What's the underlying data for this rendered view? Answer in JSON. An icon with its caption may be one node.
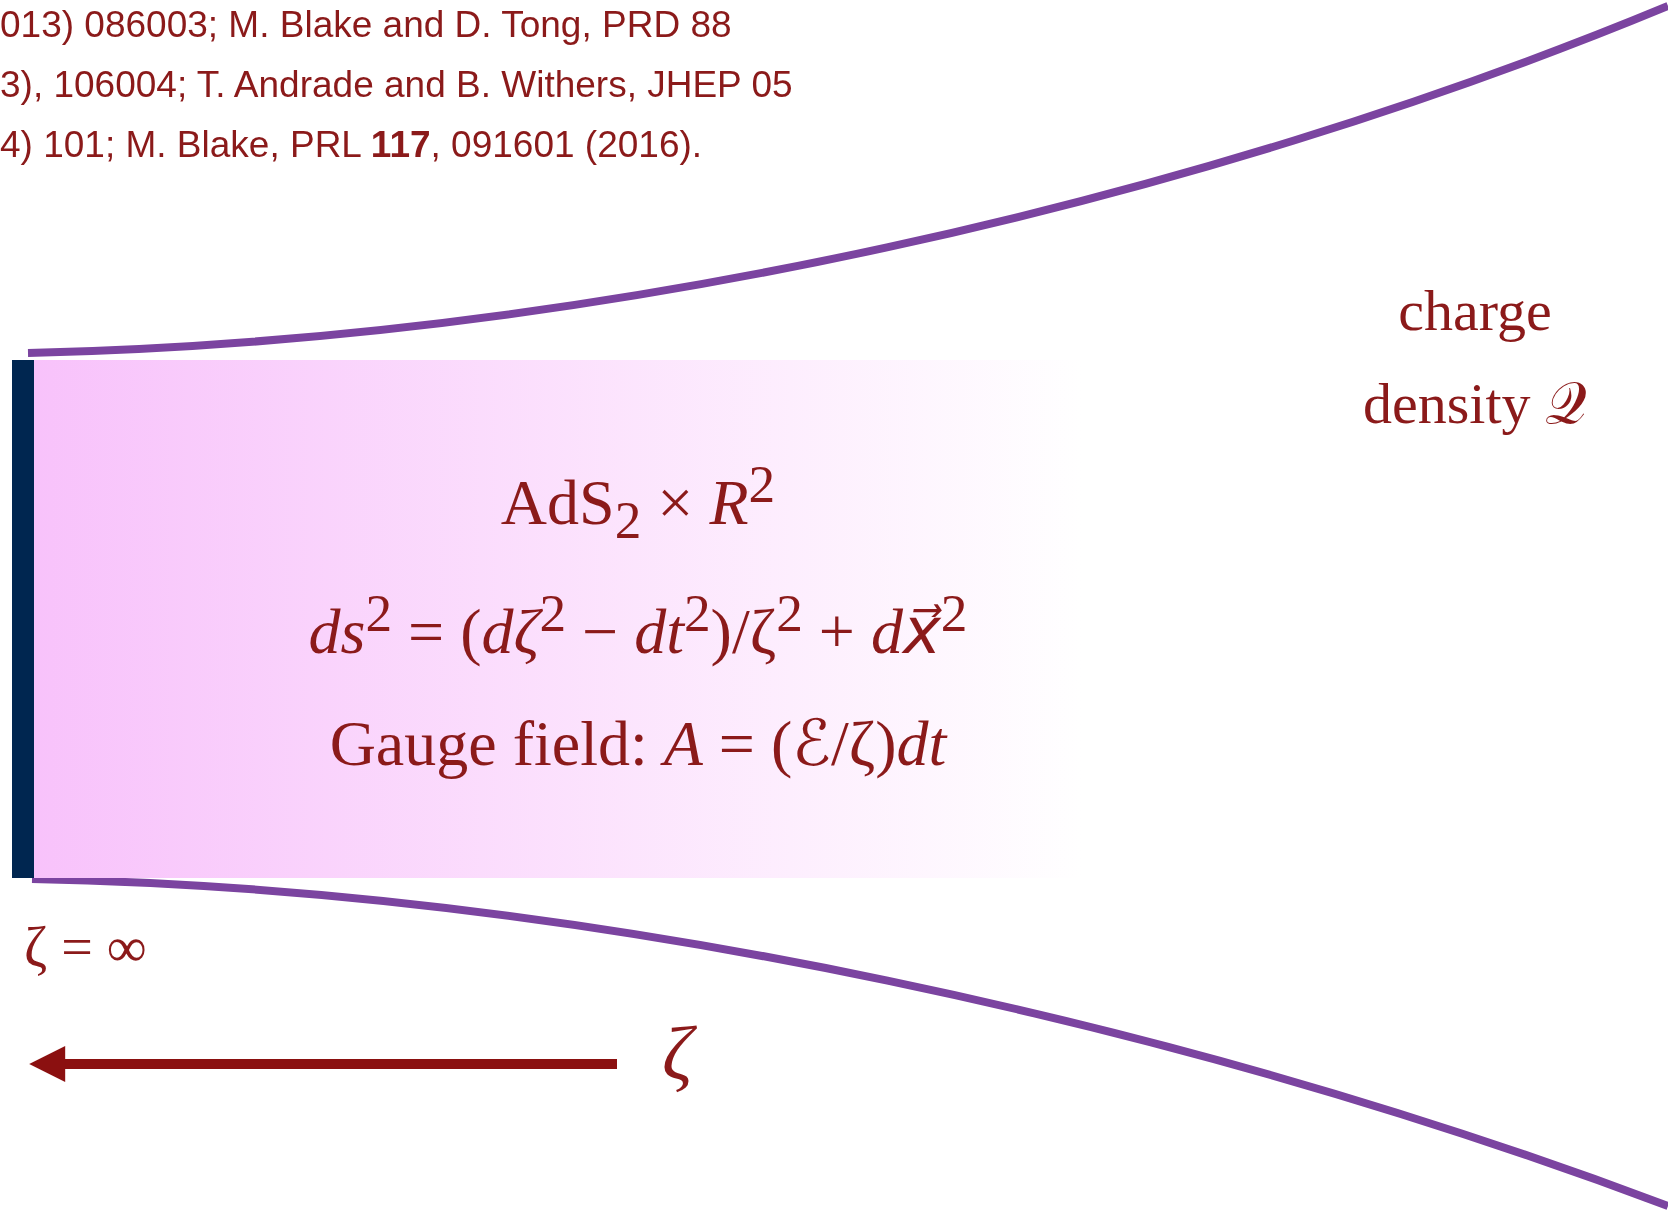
{
  "diagram": {
    "nodes": [
      {
        "text": [
          "AdS$_{2}$ × *R*$^{2}$",
          "*ds*$^{2}$ = (*dζ*$^{2}$ − *dt*$^{2}$)/ζ$^{2}$ + *dx⃗*$^{2}$",
          "Gauge field:  *A* = (ℰ/ζ)*dt*"
        ]
      }
    ],
    "labels": [
      "013) 086003; M. Blake and D. Tong,  PRD  88",
      "3), 106004; T. Andrade and B. Withers,  JHEP 05",
      "4) 101; M. Blake, PRL **117**, 091601 (2016).",
      "charge density 𝒬",
      "ζ = ∞",
      "ζ"
    ]
  }
}
